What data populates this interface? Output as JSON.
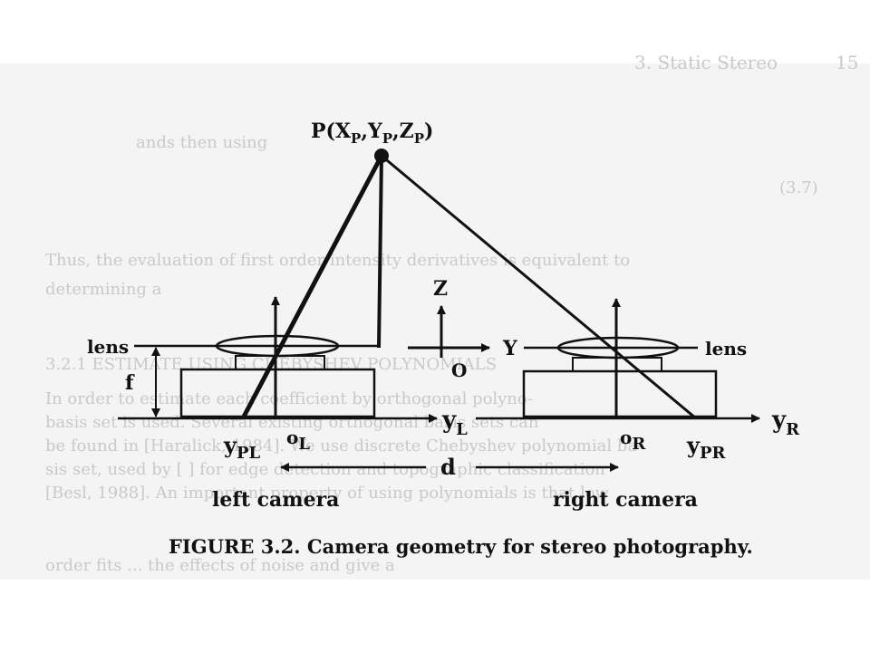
{
  "page_header": "3. Static Stereo",
  "page_number": "15",
  "figure": {
    "point_label": "P(X",
    "point_sub_x": "P",
    "point_mid_y": ",Y",
    "point_sub_y": "P",
    "point_mid_z": ",Z",
    "point_sub_z": "P",
    "point_close": ")",
    "lens_left": "lens",
    "lens_right": "lens",
    "focal": "f",
    "axis_Z": "Z",
    "axis_Y": "Y",
    "origin": "O",
    "yL_base": "y",
    "yL_sub": "L",
    "yR_base": "y",
    "yR_sub": "R",
    "yPL_base": "y",
    "yPL_sub": "PL",
    "yPR_base": "y",
    "yPR_sub": "PR",
    "oL_base": "o",
    "oL_sub": "L",
    "oR_base": "o",
    "oR_sub": "R",
    "baseline": "d",
    "left_camera": "left camera",
    "right_camera": "right camera",
    "caption": "FIGURE 3.2. Camera geometry for stereo photography."
  },
  "bleed_text": [
    "ands then using   ",
    "(3.7)",
    "Thus, the evaluation of first order intensity derivatives is equivalent to",
    "determining a",
    "3.2.1  ESTIMATE USING CHEBYSHEV POLYNOMIALS",
    "In order to estimate each coefficient by orthogonal polyno-",
    "basis set is used. Several existing orthogonal basis sets can",
    "be found in [Haralick, 1984]. We use discrete Chebyshev polynomial ba-",
    "sis set, used by [  ] for edge detection and topographic classification",
    "[Besl, 1988]. An important property of using polynomials is that low",
    "order fits ...  the effects of noise and give a"
  ]
}
